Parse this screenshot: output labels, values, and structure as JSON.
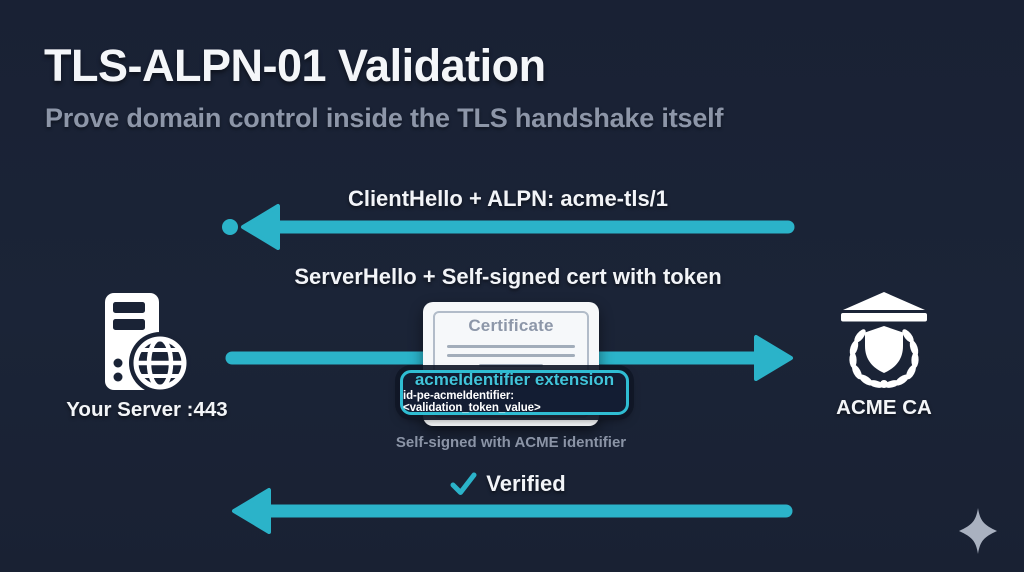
{
  "slide": {
    "title": "TLS-ALPN-01 Validation",
    "subtitle": "Prove domain control inside the TLS handshake itself"
  },
  "diagram": {
    "messages": {
      "client_hello": "ClientHello + ALPN: acme-tls/1",
      "server_hello": "ServerHello + Self-signed cert with token",
      "verified": "Verified"
    },
    "certificate": {
      "title": "Certificate",
      "extension_title": "acmeIdentifier extension",
      "extension_value": "id-pe-acmeIdentifier: <validation_token_value>",
      "caption": "Self-signed with ACME identifier"
    },
    "nodes": {
      "server": {
        "label": "Your Server :443",
        "icon": "server-globe-icon"
      },
      "ca": {
        "label": "ACME CA",
        "icon": "acme-ca-wreath-icon"
      }
    },
    "icons": {
      "check": "check-icon",
      "sparkle": "sparkle-icon",
      "arrows": [
        "arrow-left-client-hello",
        "arrow-right-server-hello",
        "arrow-left-verified"
      ]
    }
  },
  "colors": {
    "background": "#1a2336",
    "accent_teal": "#2bb3c9",
    "title_text": "#f4f6f9",
    "subtitle_text": "#8d96a8",
    "card_bg": "#f6f8fa",
    "card_border": "#b2bcc9",
    "card_text": "#8d97a9",
    "badge_bg": "#131d33",
    "badge_border": "#2fbdd3",
    "badge_title": "#41c4da",
    "badge_code": "#ffffff",
    "caption_text": "#8b94a6",
    "sparkle": "#a9b1c0"
  }
}
